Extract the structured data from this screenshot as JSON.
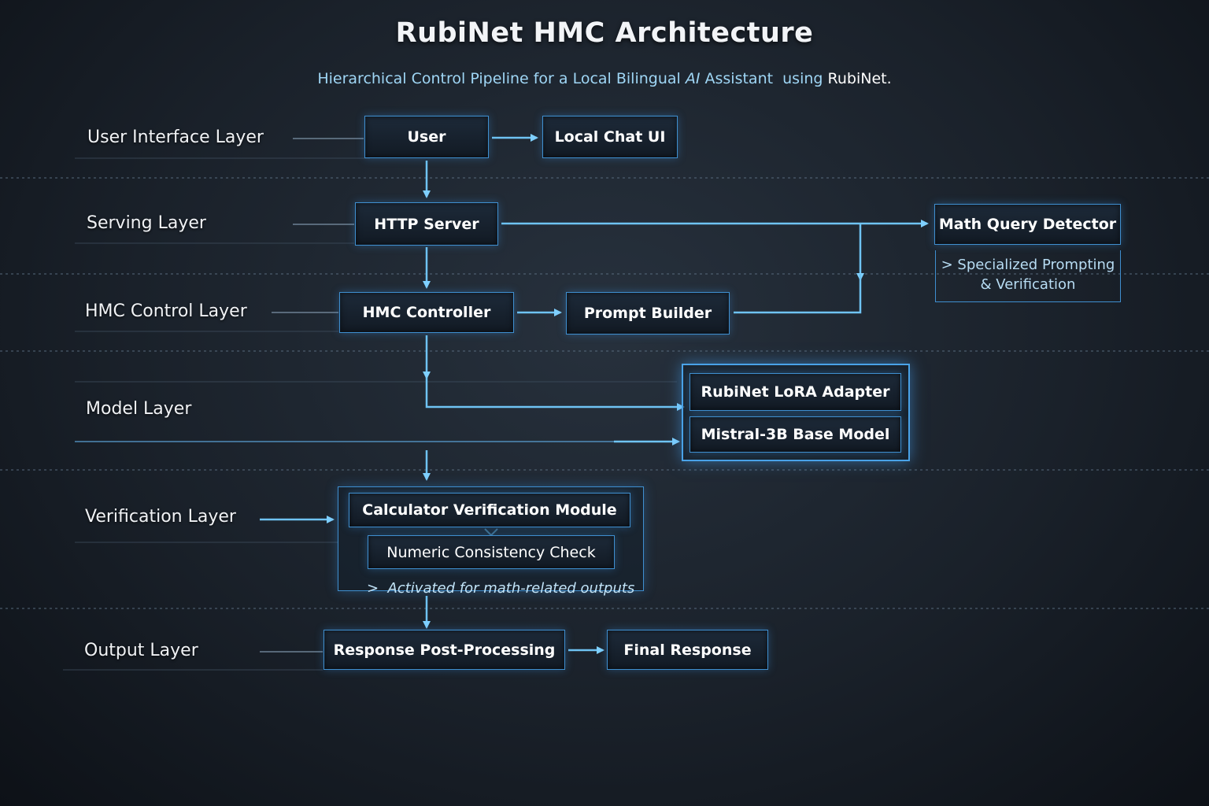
{
  "title": "RubiNet HMC Architecture",
  "subtitle": {
    "prefix": "Hierarchical Control Pipeline for a Local Bilingual ",
    "ai": "AI",
    "middle": " Assistant  using ",
    "brand": "RubiNet."
  },
  "layers": {
    "ui": "User Interface Layer",
    "serving": "Serving Layer",
    "control": "HMC Control Layer",
    "model": "Model Layer",
    "verification": "Verification Layer",
    "output": "Output Layer"
  },
  "nodes": {
    "user": "User",
    "chat_ui": "Local Chat UI",
    "http_server": "HTTP Server",
    "math_detector": "Math Query Detector",
    "hmc_controller": "HMC Controller",
    "prompt_builder": "Prompt Builder",
    "lora_adapter": "RubiNet LoRA Adapter",
    "base_model": "Mistral-3B Base Model",
    "calc_module": "Calculator Verification Module",
    "numeric_check": "Numeric Consistency Check",
    "post_processing": "Response Post-Processing",
    "final_response": "Final Response"
  },
  "notes": {
    "math_note_line1": "> Specialized Prompting",
    "math_note_line2": "& Verification",
    "verification_note": ">  Activated for math-related outputs"
  },
  "colors": {
    "wire": "#6fc3f3",
    "border": "#3f8fd0",
    "subtitle": "#9fd6f5"
  }
}
